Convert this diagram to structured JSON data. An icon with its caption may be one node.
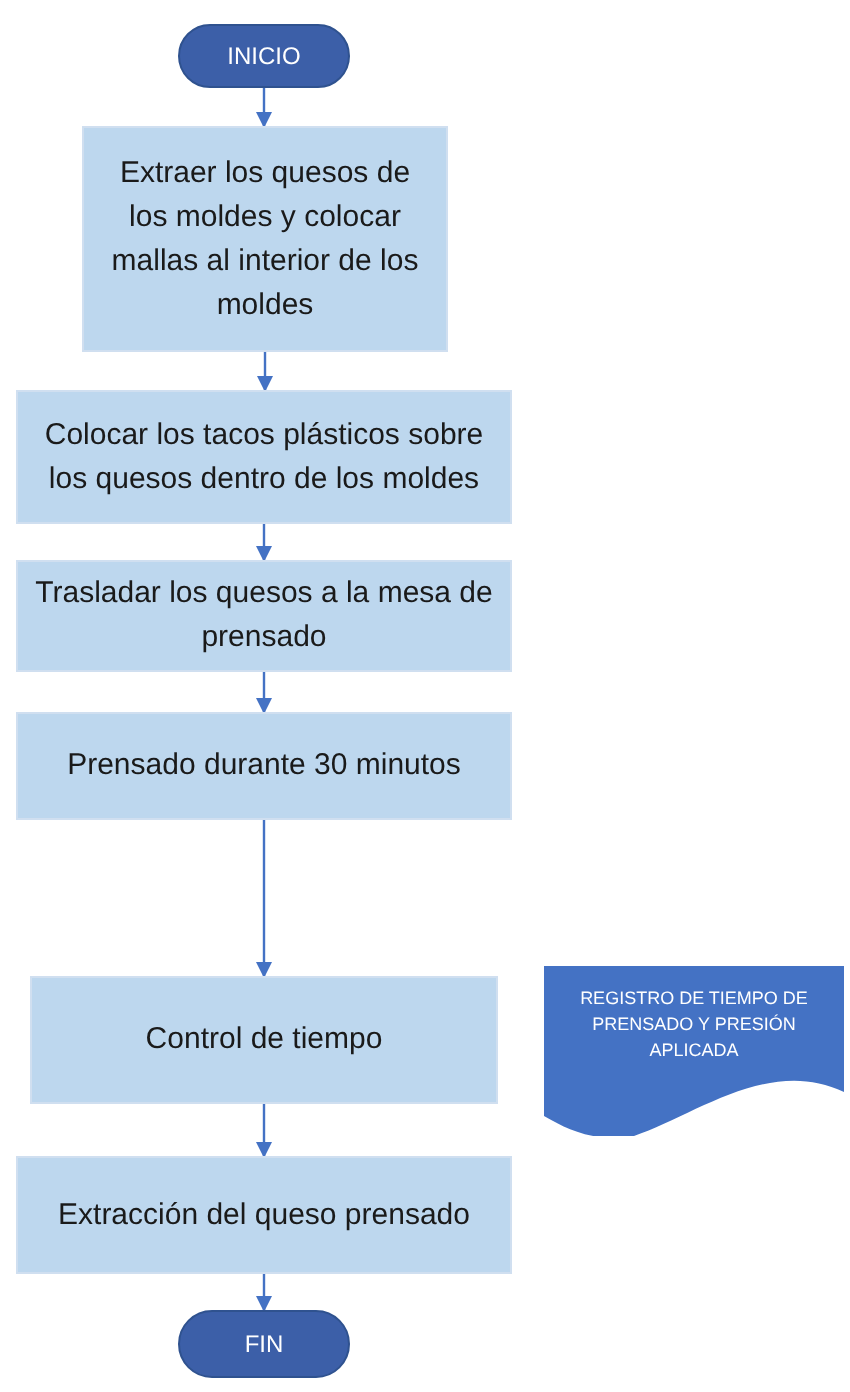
{
  "diagram": {
    "nodes": [
      {
        "text": [
          "INICIO"
        ]
      },
      {
        "text": [
          "Extraer los quesos de los moldes y colocar mallas al interior de los moldes"
        ]
      },
      {
        "text": [
          "Colocar los tacos plásticos sobre los quesos dentro de los moldes"
        ]
      },
      {
        "text": [
          "Trasladar los quesos a la mesa de prensado"
        ]
      },
      {
        "text": [
          "Prensado durante 30 minutos"
        ]
      },
      {
        "text": [
          "Control de tiempo"
        ]
      },
      {
        "text": [
          "REGISTRO DE TIEMPO DE PRENSADO Y PRESIÓN APLICADA"
        ]
      },
      {
        "text": [
          "Extracción del queso prensado"
        ]
      },
      {
        "text": [
          "FIN"
        ]
      }
    ],
    "edges": [
      {
        "from": 0,
        "to": 1,
        "arrow": "to"
      },
      {
        "from": 1,
        "to": 2,
        "arrow": "to"
      },
      {
        "from": 2,
        "to": 3,
        "arrow": "to"
      },
      {
        "from": 3,
        "to": 4,
        "arrow": "to"
      },
      {
        "from": 4,
        "to": 5,
        "arrow": "to"
      },
      {
        "from": 5,
        "to": 7,
        "arrow": "to"
      },
      {
        "from": 7,
        "to": 8,
        "arrow": "to"
      }
    ]
  }
}
